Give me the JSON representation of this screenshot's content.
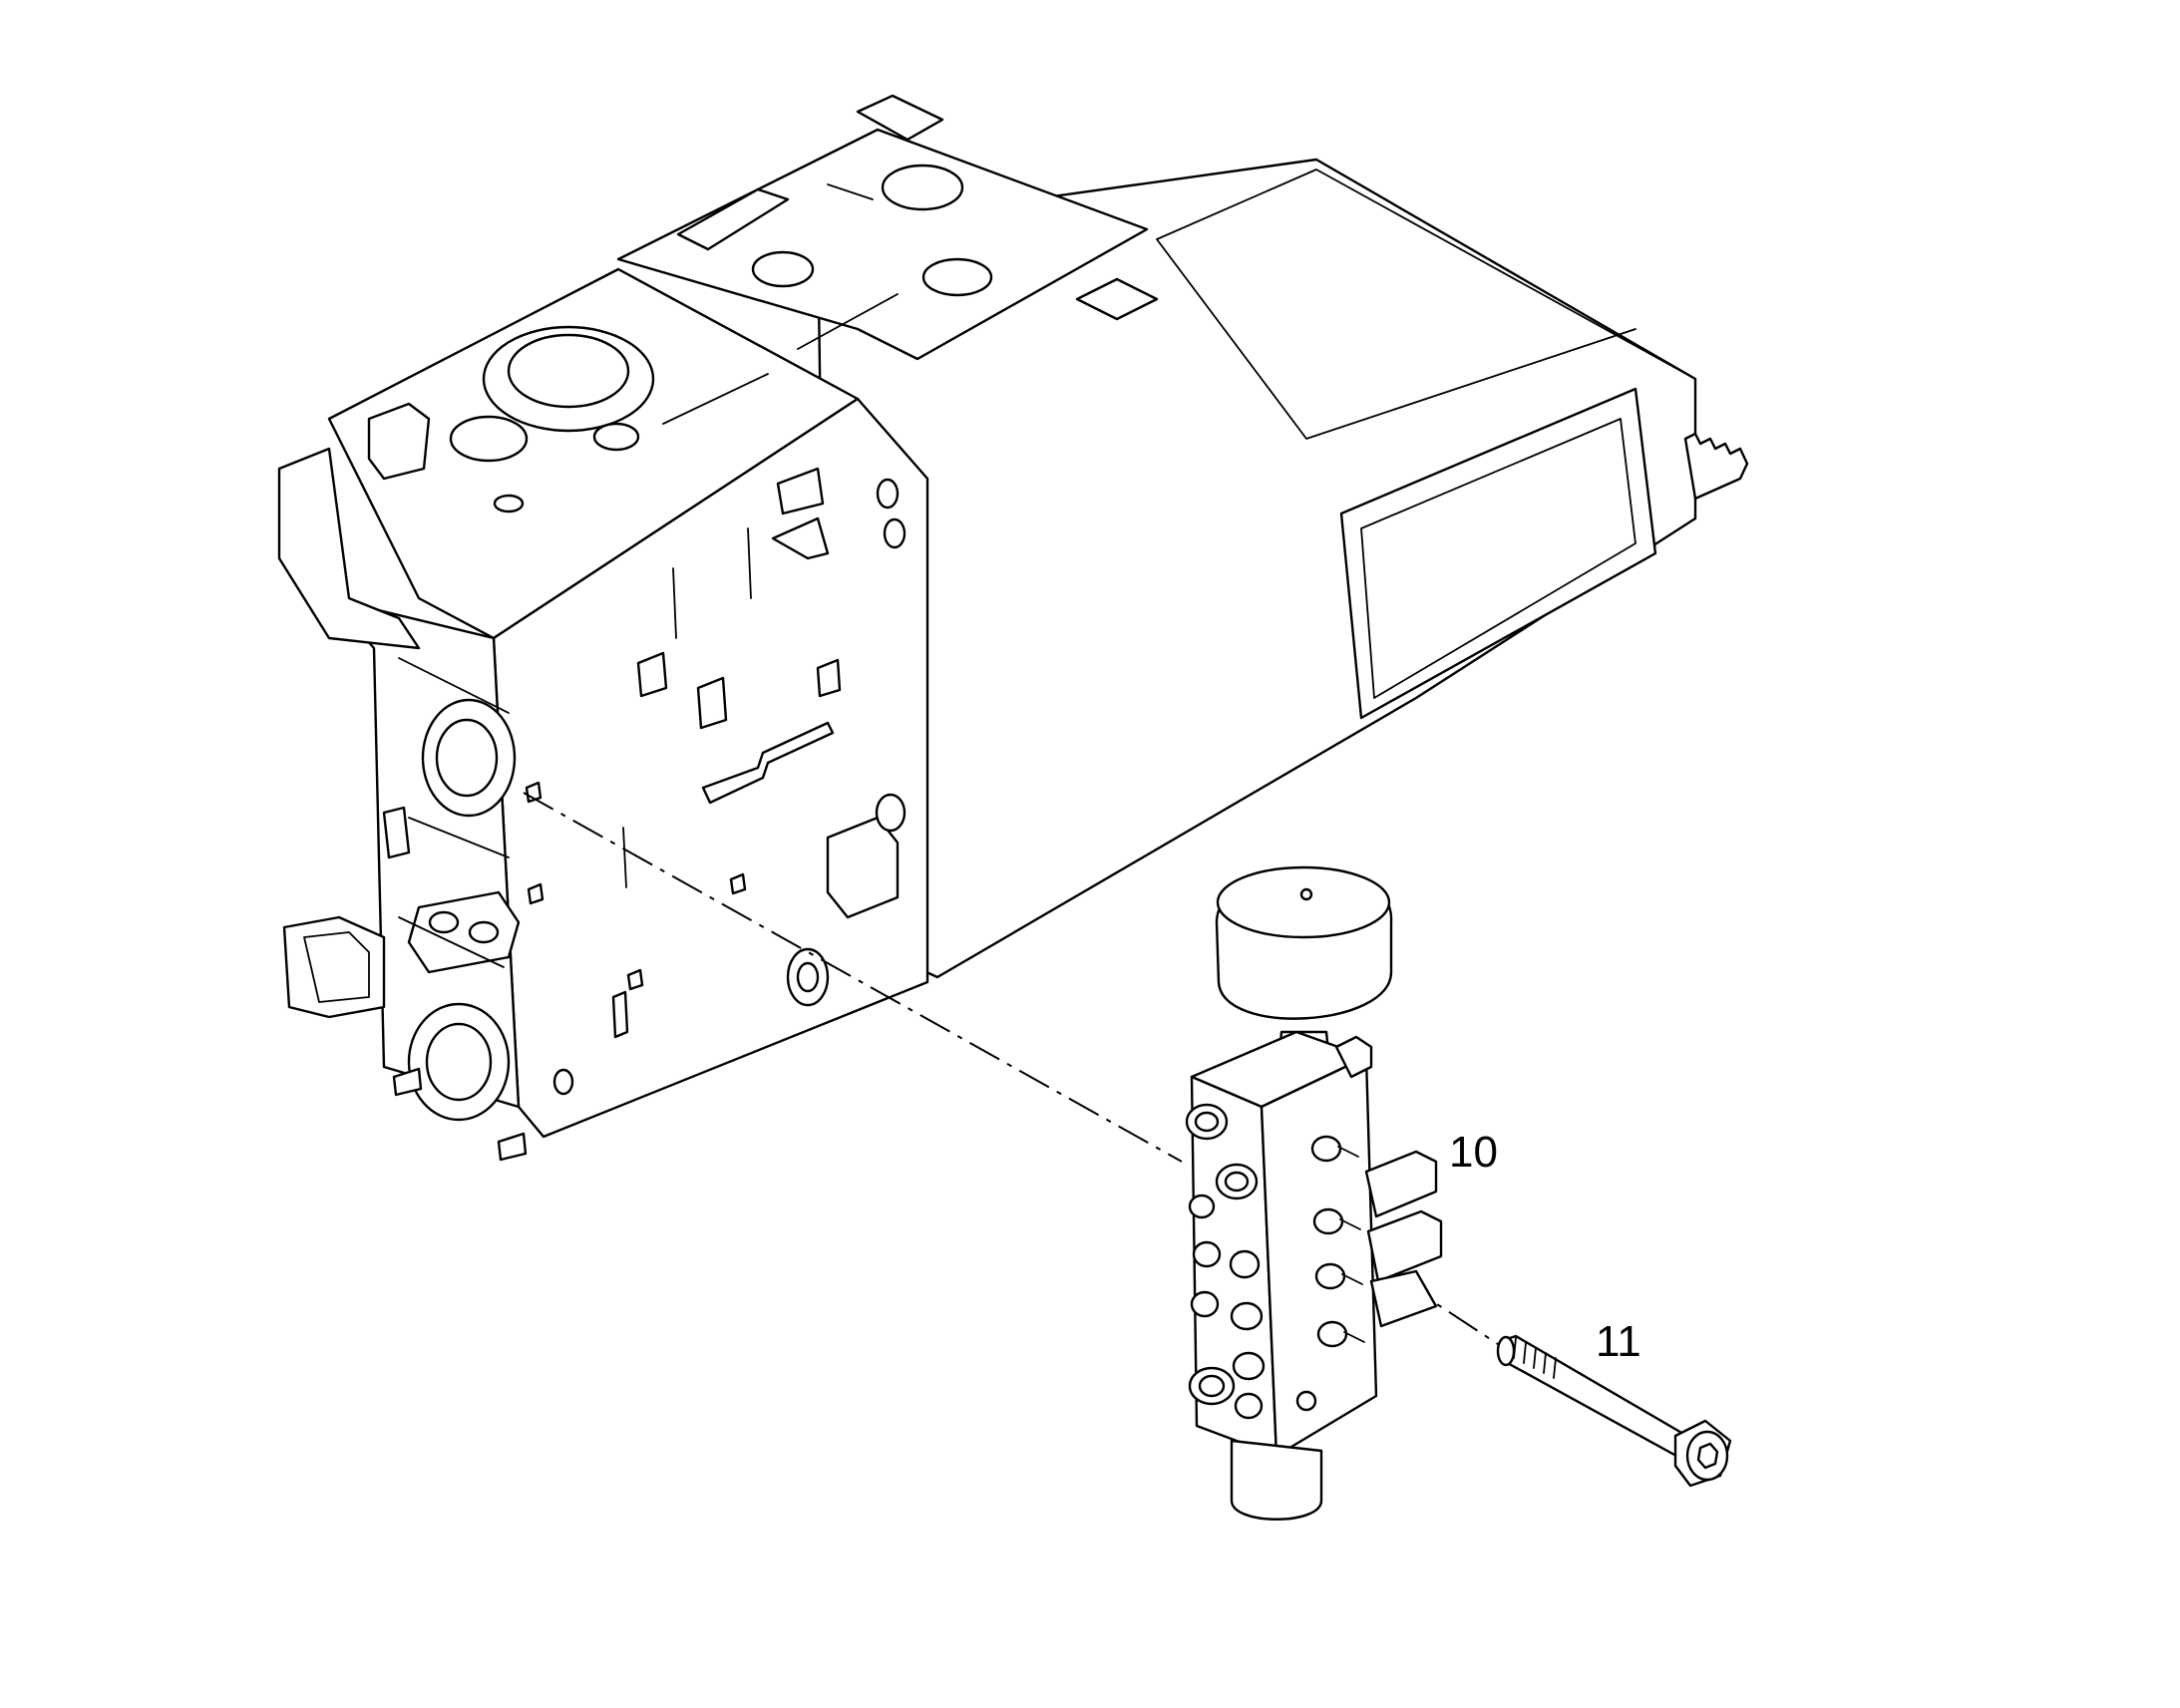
{
  "callouts": [
    {
      "id": "callout-10",
      "label": "10"
    },
    {
      "id": "callout-11",
      "label": "11"
    }
  ],
  "colors": {
    "line": "#000000",
    "background": "#ffffff"
  }
}
